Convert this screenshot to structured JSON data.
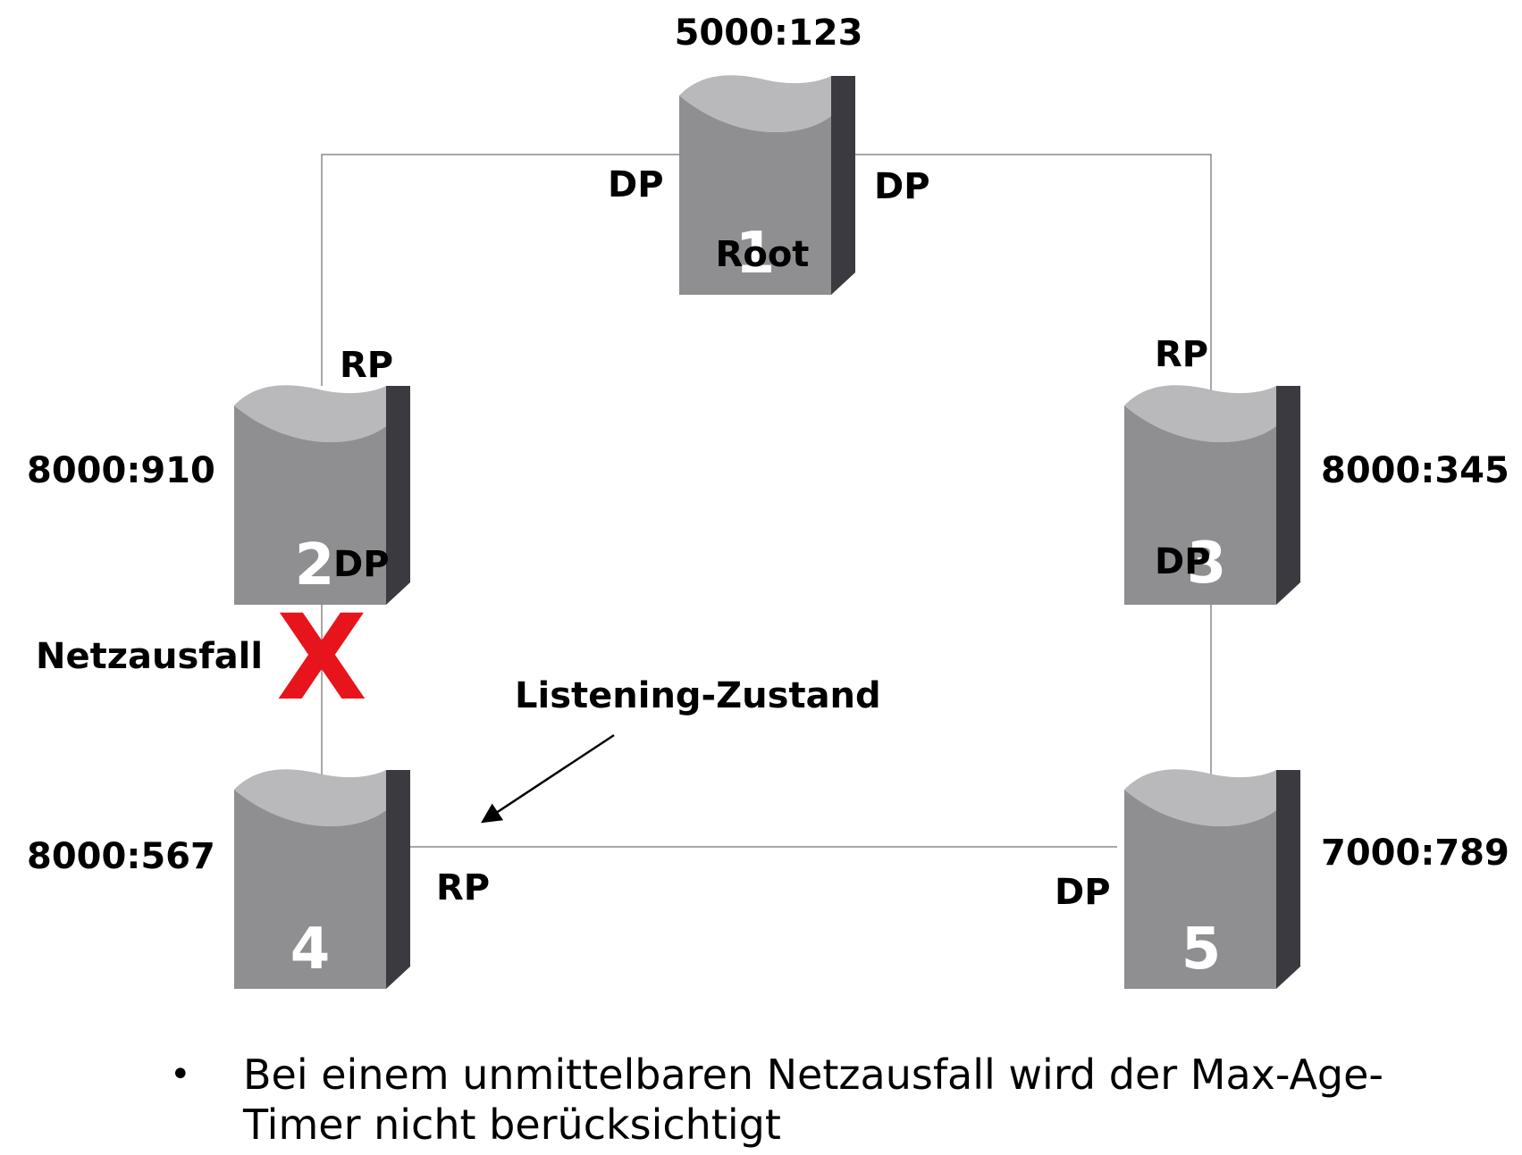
{
  "switches": [
    {
      "id": "1",
      "number": "1",
      "bridge_id": "5000:123",
      "role": "Root"
    },
    {
      "id": "2",
      "number": "2",
      "bridge_id": "8000:910"
    },
    {
      "id": "3",
      "number": "3",
      "bridge_id": "8000:345"
    },
    {
      "id": "4",
      "number": "4",
      "bridge_id": "8000:567"
    },
    {
      "id": "5",
      "number": "5",
      "bridge_id": "7000:789"
    }
  ],
  "ports": {
    "s1_left": "DP",
    "s1_right": "DP",
    "s2_top": "RP",
    "s2_bottom": "DP",
    "s3_top": "RP",
    "s3_bottom": "DP",
    "s4_right": "RP",
    "s5_left": "DP"
  },
  "annotations": {
    "failure_label": "Netzausfall",
    "failure_mark": "X",
    "failure_color": "#e8141b",
    "listening_label": "Listening-Zustand"
  },
  "colors": {
    "switch_front": "#8f8f92",
    "switch_top": "#b9b9bc",
    "switch_side": "#3a3a40"
  },
  "bullets": [
    {
      "marker": "•",
      "lines": [
        "Bei einem unmittelbaren Netzausfall wird der Max-Age-",
        "Timer nicht berücksichtigt"
      ]
    }
  ]
}
